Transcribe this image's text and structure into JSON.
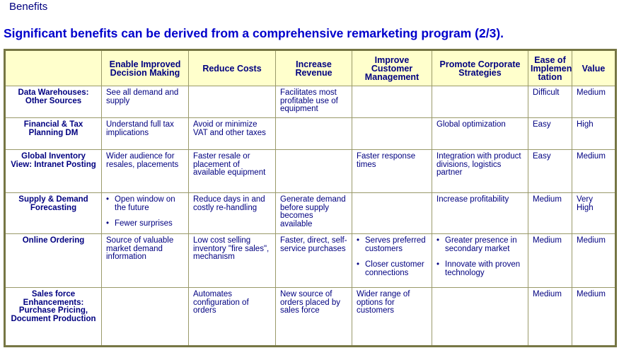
{
  "topic": "Benefits",
  "headline": "Significant benefits can be derived from a comprehensive remarketing program (2/3).",
  "table": {
    "columns": [
      "Enable Improved Decision Making",
      "Reduce Costs",
      "Increase Revenue",
      "Improve Customer Management",
      "Promote Corporate Strategies",
      "Ease of Implemen- tation",
      "Value"
    ],
    "rows": [
      {
        "label": "Data Warehouses: Other Sources",
        "cells": [
          "See all demand and supply",
          "",
          "Facilitates most profitable use of equipment",
          "",
          "",
          "Difficult",
          "Medium"
        ]
      },
      {
        "label": "Financial & Tax Planning DM",
        "cells": [
          "Understand full tax implications",
          "Avoid or minimize VAT and other taxes",
          "",
          "",
          "Global optimization",
          "Easy",
          "High"
        ]
      },
      {
        "label": "Global Inventory View: Intranet Posting",
        "cells": [
          "Wider audience for resales, placements",
          "Faster resale or placement of available equipment",
          "",
          "Faster response times",
          "Integration with product divisions, logistics partner",
          "Easy",
          "Medium"
        ]
      },
      {
        "label": "Supply & Demand Forecasting",
        "cells": [
          [
            "Open window on the future",
            "Fewer surprises"
          ],
          "Reduce days in and costly re-handling",
          "Generate demand before supply becomes available",
          "",
          "Increase profitability",
          "Medium",
          "Very High"
        ]
      },
      {
        "label": "Online Ordering",
        "cells": [
          "Source of valuable market demand information",
          "Low cost selling inventory \"fire sales\", mechanism",
          "Faster, direct, self-service purchases",
          [
            "Serves preferred customers",
            "Closer customer connections"
          ],
          [
            "Greater presence in secondary market",
            "Innovate with proven technology"
          ],
          "Medium",
          "Medium"
        ]
      },
      {
        "label": "Sales force Enhancements: Purchase Pricing, Document Production",
        "cells": [
          "",
          "Automates configuration of orders",
          "New source of orders placed by sales force",
          "Wider range of options for customers",
          "",
          "Medium",
          "Medium"
        ]
      }
    ]
  }
}
